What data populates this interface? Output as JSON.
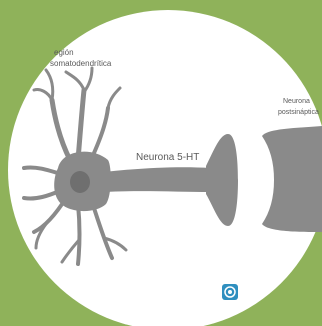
{
  "diagram": {
    "labels": {
      "somatodendritic_line1": "egión",
      "somatodendritic_line2": "somatodendrítica",
      "neuron_name": "Neurona 5-HT",
      "postsynaptic_line1": "Neurona",
      "postsynaptic_line2": "postsináptica"
    },
    "colors": {
      "background": "#8fb25a",
      "circle": "#ffffff",
      "neuron": "#8a8a8a",
      "soma_nucleus": "#6f6f6f",
      "logo": "#2f8fbf"
    },
    "icons": {
      "logo": "circular-logo-icon"
    }
  }
}
